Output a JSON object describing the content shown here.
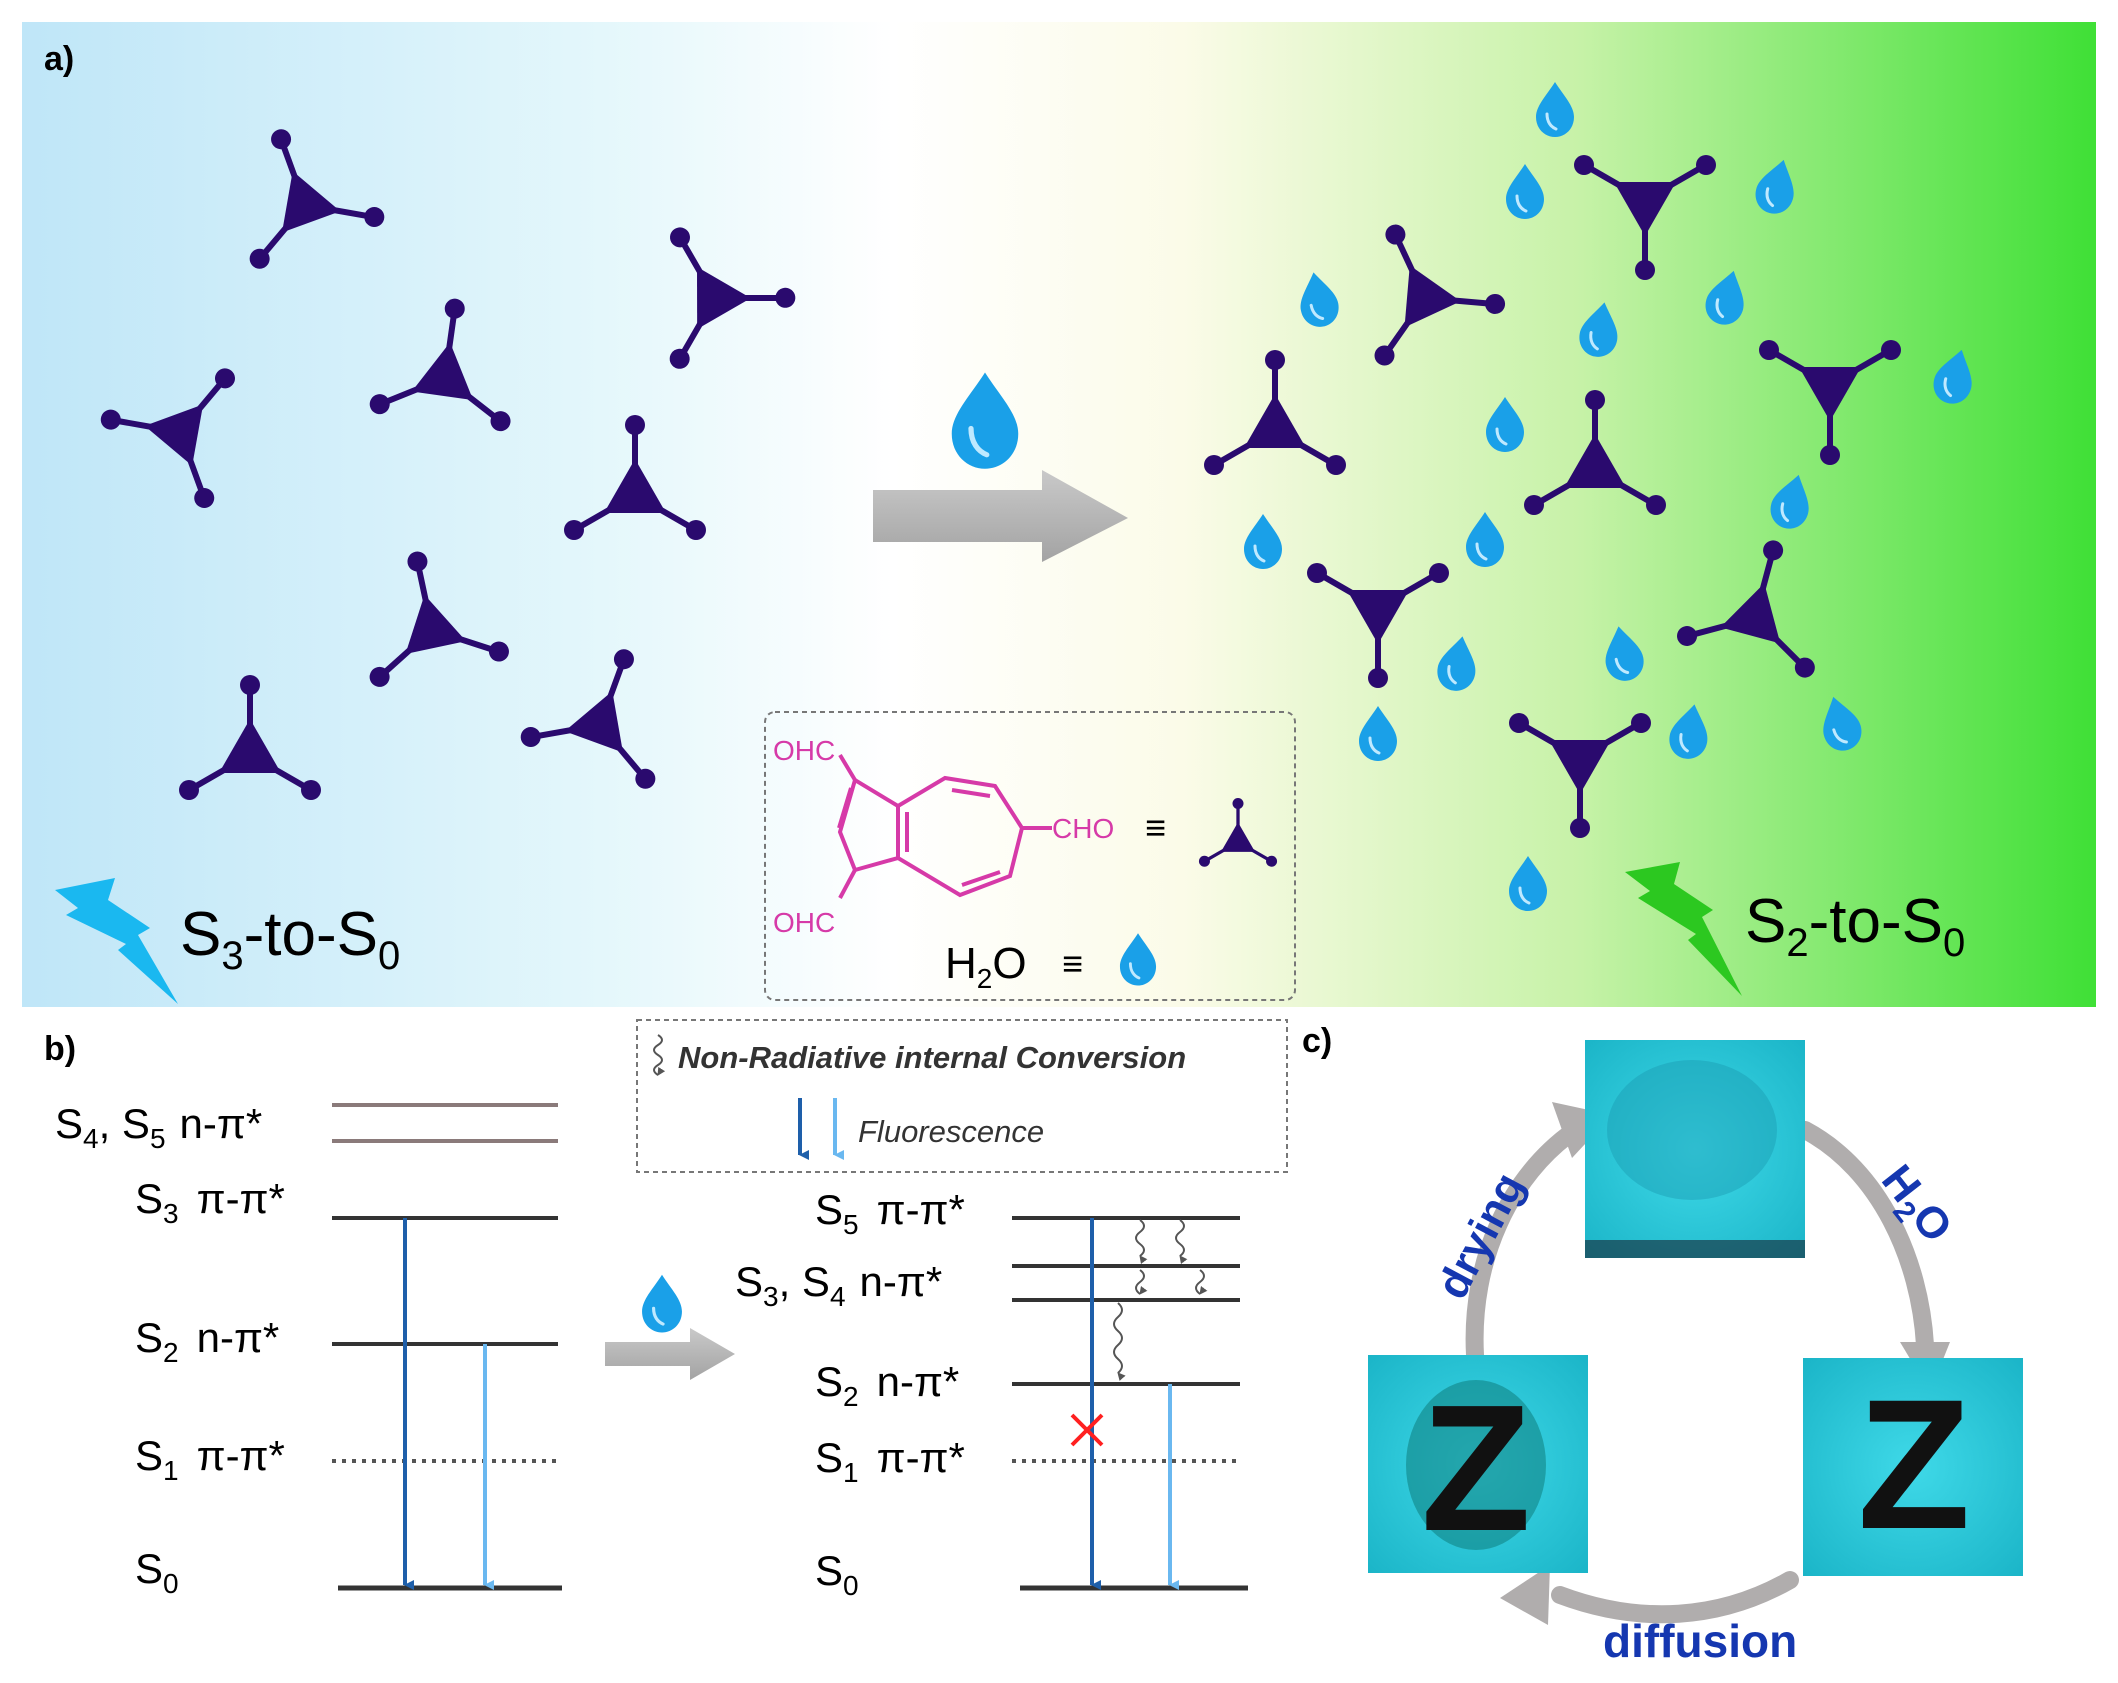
{
  "panel_a": {
    "label": "a)",
    "left_state": {
      "main": "S",
      "sub1": "3",
      "mid": "-to-S",
      "sub2": "0"
    },
    "right_state": {
      "main": "S",
      "sub1": "2",
      "mid": "-to-S",
      "sub2": "0"
    },
    "legend": {
      "ohc_top": "OHC",
      "ohc_bottom": "OHC",
      "cho": "CHO",
      "equiv": "≡",
      "h2o_main": "H",
      "h2o_sub": "2",
      "h2o_end": "O",
      "h2o_equiv": "≡"
    }
  },
  "panel_b": {
    "label": "b)",
    "legend": {
      "nric": "Non-Radiative internal Conversion",
      "fluorescence": "Fluorescence"
    },
    "left_levels": [
      {
        "name": "S4_S5",
        "main": "S",
        "sub": "4",
        "mid": ", S",
        "sub2": "5",
        "type": "n-π*"
      },
      {
        "name": "S3",
        "main": "S",
        "sub": "3",
        "type": "π-π*"
      },
      {
        "name": "S2",
        "main": "S",
        "sub": "2",
        "type": "n-π*"
      },
      {
        "name": "S1",
        "main": "S",
        "sub": "1",
        "type": "π-π*"
      },
      {
        "name": "S0",
        "main": "S",
        "sub": "0",
        "type": ""
      }
    ],
    "right_levels": [
      {
        "name": "S5",
        "main": "S",
        "sub": "5",
        "type": "π-π*"
      },
      {
        "name": "S3_S4",
        "main": "S",
        "sub": "3",
        "mid": ", S",
        "sub2": "4",
        "type": "n-π*"
      },
      {
        "name": "S2",
        "main": "S",
        "sub": "2",
        "type": "n-π*"
      },
      {
        "name": "S1",
        "main": "S",
        "sub": "1",
        "type": "π-π*"
      },
      {
        "name": "S0",
        "main": "S",
        "sub": "0",
        "type": ""
      }
    ]
  },
  "panel_c": {
    "label": "c)",
    "cycle": {
      "drying": "drying",
      "h2o_main": "H",
      "h2o_sub": "2",
      "h2o_end": "O",
      "diffusion": "diffusion"
    },
    "pattern_letter": "Z"
  },
  "colors": {
    "molecule": "#2a0a6e",
    "water": "#1aa0e8",
    "structure": "#d63aa8",
    "arrow_dark": "#1e5faa",
    "arrow_light": "#6ab8f0",
    "cycle_text": "#1537b0",
    "bolt_left": "#1ab8f0",
    "bolt_right": "#2cc820",
    "film": "#2fd6e0"
  }
}
